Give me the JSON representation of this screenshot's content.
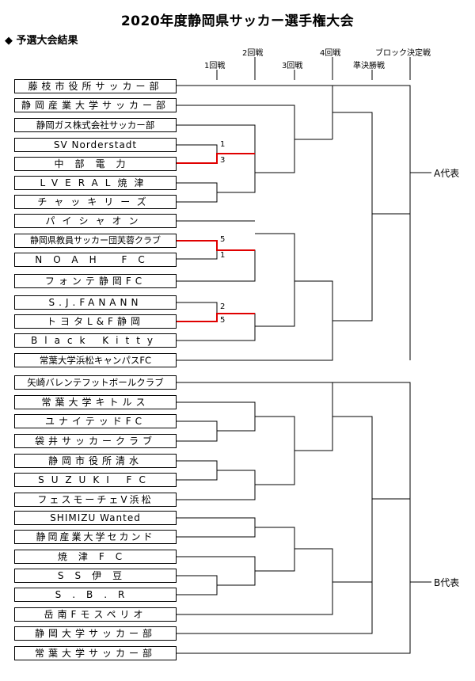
{
  "title": "2020年度静岡県サッカー選手権大会",
  "section": "◆ 予選大会結果",
  "rounds": {
    "r1": "1回戦",
    "r2": "2回戦",
    "r3": "3回戦",
    "r4": "4回戦",
    "semi": "準決勝戦",
    "block_final": "ブロック決定戦"
  },
  "teams": [
    "藤枝市役所サッカー部",
    "静岡産業大学サッカー部",
    "静岡ガス株式会社サッカー部",
    "SV Norderstadt",
    "中部電力",
    "LVERAL焼津",
    "チャッキリーズ",
    "パイシャオン",
    "静岡県教員サッカー団芙蓉クラブ",
    "NOAH FC",
    "フォンテ静岡FC",
    "S.J.FANANN",
    "トヨタL&F静岡",
    "Black Kitty",
    "常葉大学浜松キャンパスFC",
    "矢崎バレンテフットボールクラブ",
    "常葉大学キトルス",
    "ユナイテッドFC",
    "袋井サッカークラブ",
    "静岡市役所清水",
    "SUZUKI FC",
    "フェスモーチェV浜松",
    "SHIMIZU Wanted",
    "静岡産業大学セカンド",
    "焼津FC",
    "SS伊豆",
    "S.B.R",
    "岳南Fモスペリオ",
    "静岡大学サッカー部",
    "常葉大学サッカー部"
  ],
  "scores": {
    "m1_top": "1",
    "m1_bottom": "3",
    "m2_top": "5",
    "m2_bottom": "1",
    "m3_top": "2",
    "m3_bottom": "5"
  },
  "results": {
    "a": "A代表",
    "b": "B代表"
  },
  "colors": {
    "winner_line": "#e00000",
    "line": "#000000"
  }
}
